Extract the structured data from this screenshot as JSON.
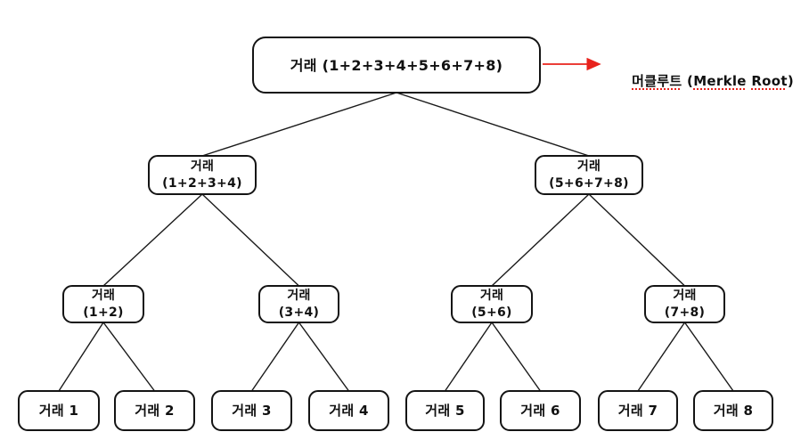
{
  "diagram": {
    "nodes": {
      "root": {
        "label": "거래 (1+2+3+4+5+6+7+8)"
      },
      "h1234": {
        "line1": "거래",
        "line2": "(1+2+3+4)"
      },
      "h5678": {
        "line1": "거래",
        "line2": "(5+6+7+8)"
      },
      "h12": {
        "line1": "거래",
        "line2": "(1+2)"
      },
      "h34": {
        "line1": "거래",
        "line2": "(3+4)"
      },
      "h56": {
        "line1": "거래",
        "line2": "(5+6)"
      },
      "h78": {
        "line1": "거래",
        "line2": "(7+8)"
      },
      "tx1": {
        "label": "거래 1"
      },
      "tx2": {
        "label": "거래 2"
      },
      "tx3": {
        "label": "거래 3"
      },
      "tx4": {
        "label": "거래 4"
      },
      "tx5": {
        "label": "거래 5"
      },
      "tx6": {
        "label": "거래 6"
      },
      "tx7": {
        "label": "거래 7"
      },
      "tx8": {
        "label": "거래 8"
      }
    },
    "edges": [
      [
        "root",
        "h1234"
      ],
      [
        "root",
        "h5678"
      ],
      [
        "h1234",
        "h12"
      ],
      [
        "h1234",
        "h34"
      ],
      [
        "h5678",
        "h56"
      ],
      [
        "h5678",
        "h78"
      ],
      [
        "h12",
        "tx1"
      ],
      [
        "h12",
        "tx2"
      ],
      [
        "h34",
        "tx3"
      ],
      [
        "h34",
        "tx4"
      ],
      [
        "h56",
        "tx5"
      ],
      [
        "h56",
        "tx6"
      ],
      [
        "h78",
        "tx7"
      ],
      [
        "h78",
        "tx8"
      ]
    ],
    "annotation": {
      "ko": "머클루트",
      "open": " (",
      "en_word1": "Merkle",
      "space": " ",
      "en_word2": "Root",
      "close": ")"
    },
    "colors": {
      "line": "#1a1a1a",
      "box_border": "#141414",
      "text": "#111111",
      "arrow_red": "#e8221c",
      "background": "#ffffff"
    }
  }
}
